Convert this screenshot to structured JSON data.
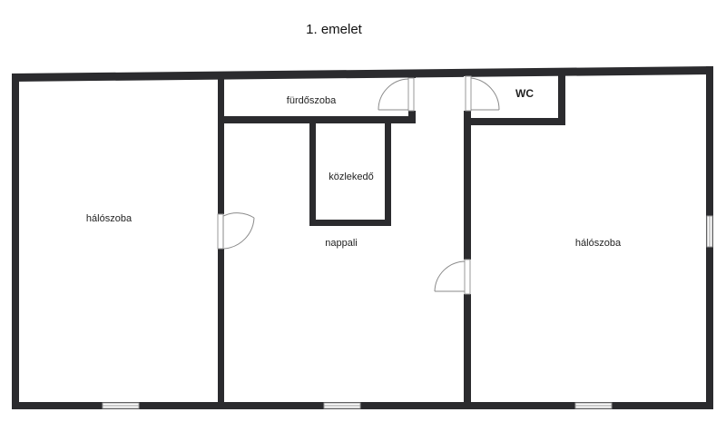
{
  "floor": {
    "title": "1. emelet"
  },
  "rooms": {
    "bedroom_left": "hálószoba",
    "bathroom": "fürdőszoba",
    "hallway": "közlekedő",
    "living_room": "nappali",
    "wc": "WC",
    "bedroom_right": "hálószoba"
  },
  "colors": {
    "wall": "#2b2b2e",
    "window_frame": "#9a9a9a",
    "door": "#8a8a8a"
  }
}
